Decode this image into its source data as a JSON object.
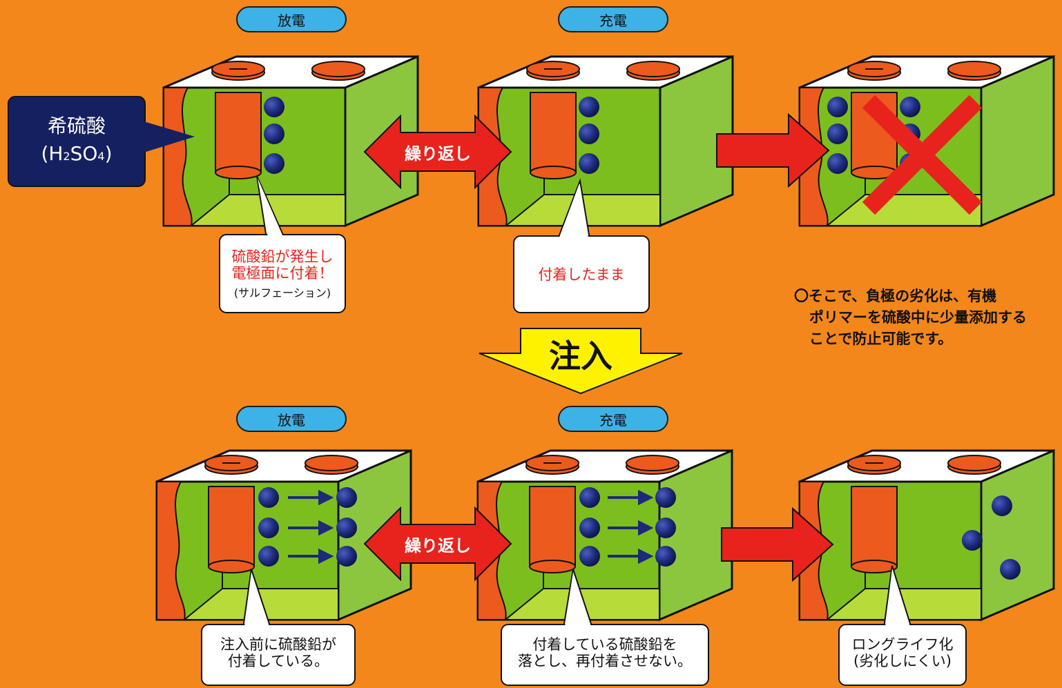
{
  "pills": {
    "discharge": "放電",
    "charge": "充電"
  },
  "acid": {
    "name": "希硫酸",
    "formula_open": "(H",
    "sub1": "2",
    "mid": "SO",
    "sub2": "4",
    "formula_close": ")"
  },
  "top": {
    "arrow_label": "繰り返し",
    "callout1_line1": "硫酸鉛が発生し",
    "callout1_line2": "電極面に付着！",
    "callout1_line3": "(サルフェーション)",
    "callout2": "付着したまま"
  },
  "inject_label": "注入",
  "note": {
    "line1": "〇そこで、負極の劣化は、有機",
    "line2": "ポリマーを硫酸中に少量添加する",
    "line3": "ことで防止可能です。"
  },
  "bottom": {
    "arrow_label": "繰り返し",
    "callout1_line1": "注入前に硫酸鉛が",
    "callout1_line2": "付着している。",
    "callout2_line1": "付着している硫酸鉛を",
    "callout2_line2": "落とし、再付着させない。",
    "callout3_line1": "ロングライフ化",
    "callout3_line2": "(劣化しにくい)"
  },
  "colors": {
    "background": "#f4871b",
    "electrolyte": "#7dbe1f",
    "electrode": "#ec5a1e",
    "particle": "#1d2a7a",
    "arrow": "#e8231d",
    "inject_arrow": "#fff200",
    "acid_box": "#152060",
    "pill": "#3cb2e6"
  }
}
